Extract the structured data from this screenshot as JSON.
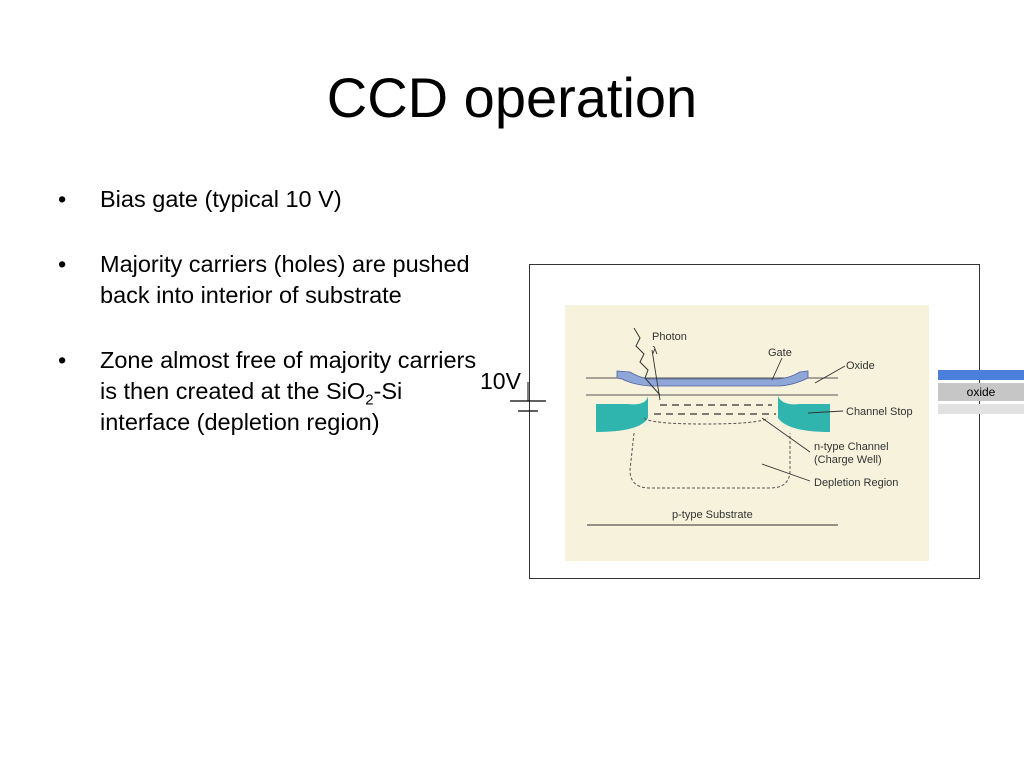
{
  "slide": {
    "title": "CCD operation"
  },
  "bullets": [
    {
      "marker": "•",
      "text": "Bias gate (typical 10 V)"
    },
    {
      "marker": "•",
      "text": "Majority carriers (holes) are pushed back into interior of substrate"
    },
    {
      "marker": "•",
      "text_before": "Zone almost free of majority carriers is then created at the SiO",
      "subscript": "2",
      "text_after": "-Si interface (depletion region)"
    }
  ],
  "diagram": {
    "voltage_label": "10V",
    "labels": {
      "photon": "Photon",
      "lambda": "λ",
      "gate": "Gate",
      "oxide": "Oxide",
      "channel_stop": "Channel Stop",
      "n_channel_line1": "n-type Channel",
      "n_channel_line2": "(Charge Well)",
      "depletion": "Depletion Region",
      "substrate": "p-type Substrate"
    },
    "colors": {
      "background": "#f6f2dc",
      "gate": "#8fa6d8",
      "channel_stop": "#2fb5ad"
    }
  },
  "oxide_legend": {
    "label": "oxide",
    "colors": {
      "top": "#4a7fdc",
      "middle": "#c6c6c6",
      "bottom": "#e2e2e2"
    }
  }
}
